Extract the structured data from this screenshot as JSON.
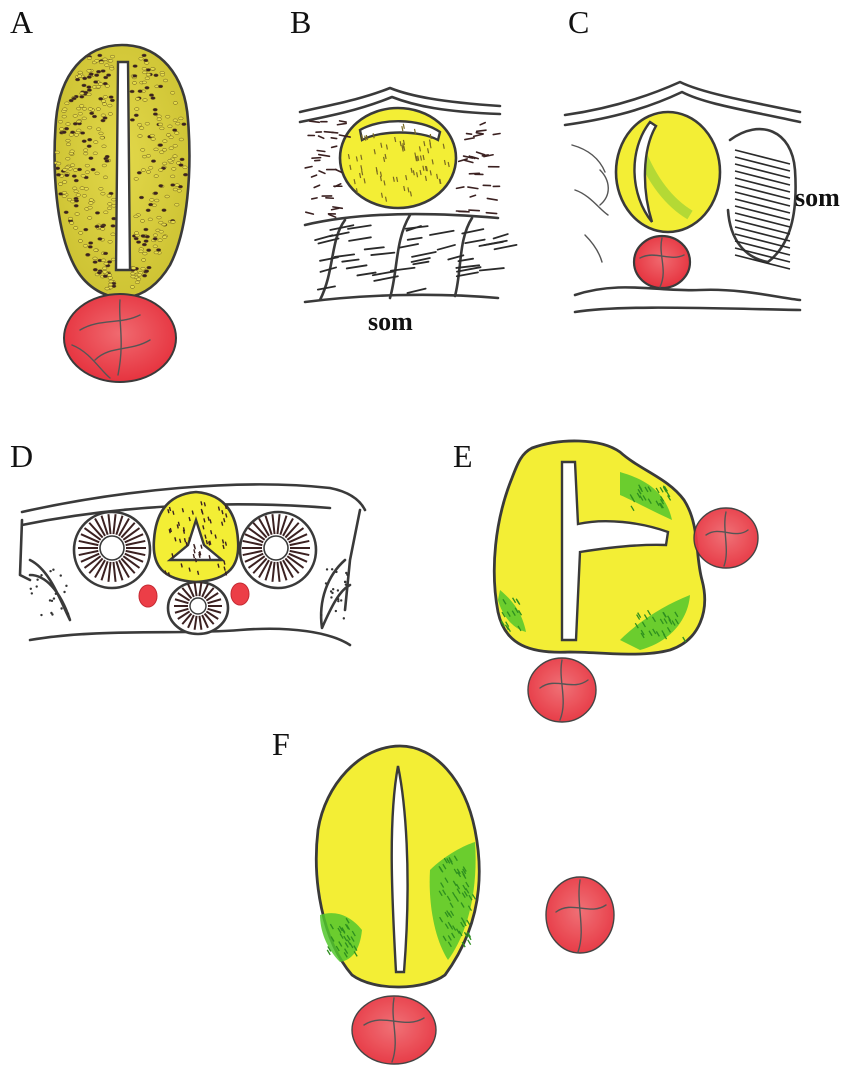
{
  "labels": {
    "panel_a": "A",
    "panel_b": "B",
    "panel_c": "C",
    "panel_d": "D",
    "panel_e": "E",
    "panel_f": "F",
    "som_b": "som",
    "som_c": "som"
  },
  "colors": {
    "neural_tube_yellow": "#f3ee35",
    "neural_tube_olive": "#d6cc3c",
    "notochord_red": "#ec3e47",
    "green_domain": "#52c72d",
    "ink": "#3a3a3a",
    "stipple": "#3b2121"
  }
}
